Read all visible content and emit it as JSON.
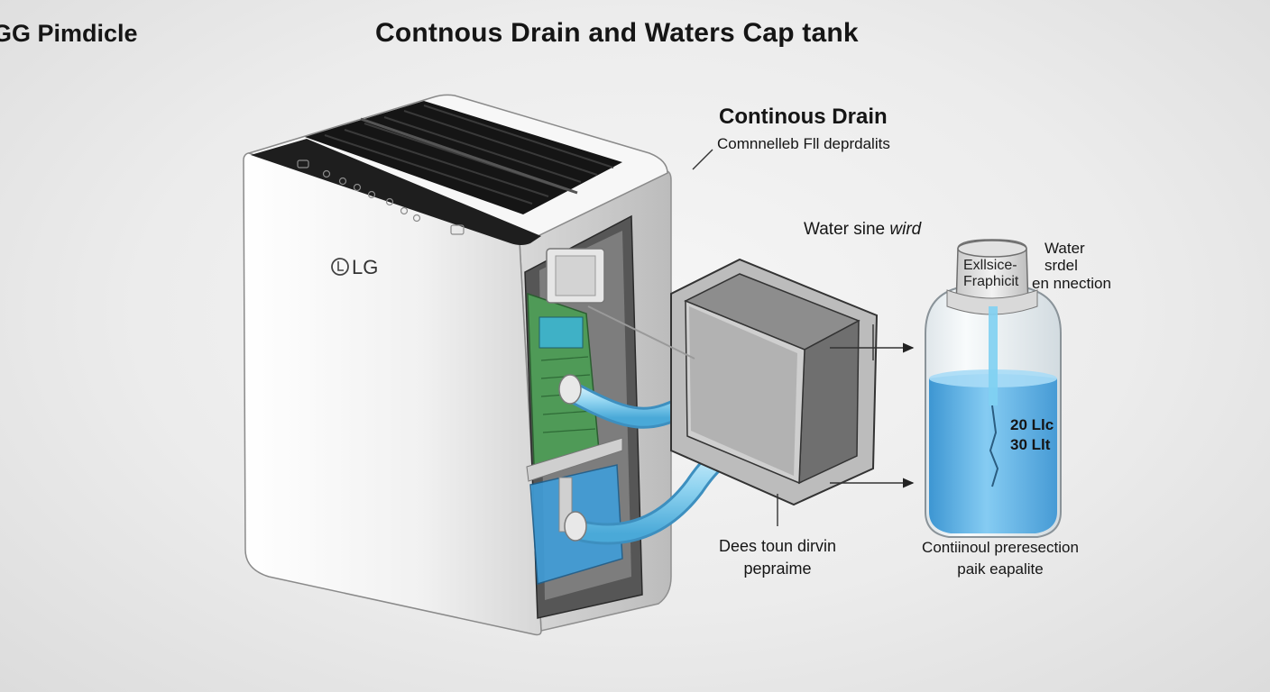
{
  "brand": "GG Pimdicle",
  "title": "Contnous Drain and  Waters Cap tank",
  "device": {
    "logo": "LG"
  },
  "callouts": {
    "drain_heading": "Continous Drain",
    "drain_sub": "Comnnelleb Fll deprdalits",
    "water_line": "Water sine",
    "water_line_em": "wird",
    "water_label": [
      "Water",
      "srdel"
    ],
    "cap_label": "Exllsice-",
    "cap_label_2": "Fraphicit",
    "connection_label": "en nnection",
    "level_1": "20 Llc",
    "level_2": "30 Llt",
    "drive_label": [
      "Dees toun dirvin",
      "pepraime"
    ],
    "protect_label": [
      "Contiinoul preresection",
      "paik eapalite"
    ]
  },
  "colors": {
    "water": "#5ab4e8",
    "hose": "#8fd3f0",
    "circuit_board": "#4f9a57",
    "device_body": "#f2f2f2",
    "control_panel": "#1c1c1c"
  }
}
